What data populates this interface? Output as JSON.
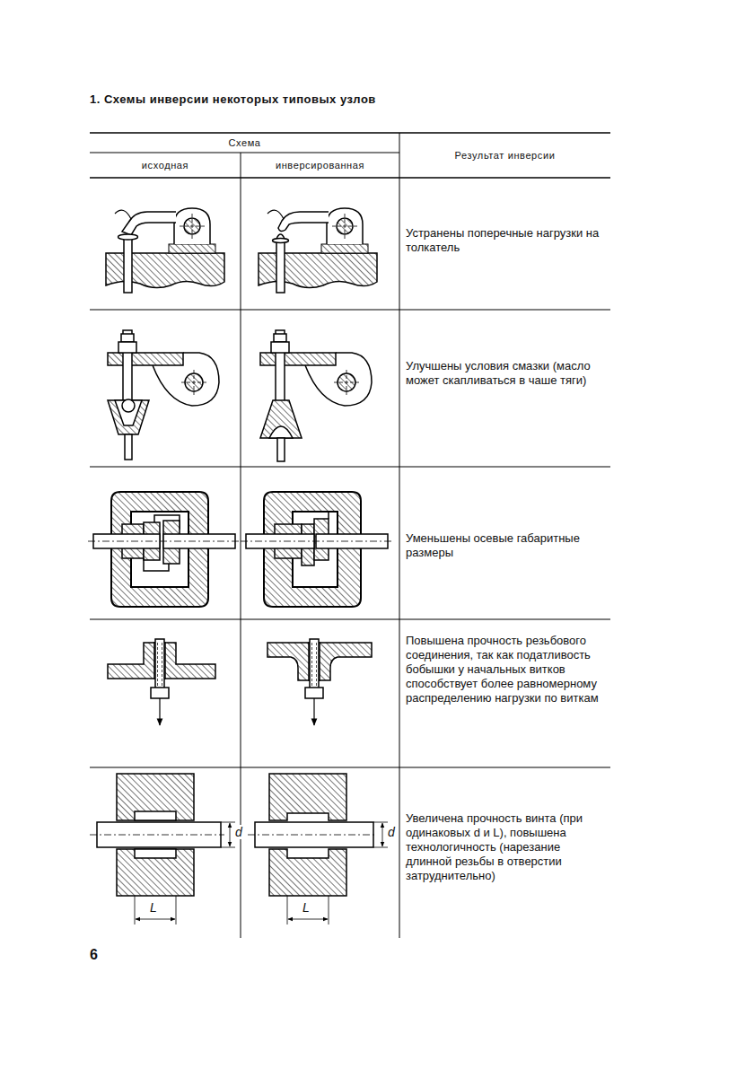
{
  "diagram": {
    "title": "1. Схемы инверсии некоторых типовых узлов",
    "labels": [
      "Схема",
      "исходная",
      "инверсированная",
      "Результат инверсии",
      "Устранены поперечные нагрузки на толкатель",
      "Улучшены условия смазки (масло может скапливаться в чаше тяги)",
      "Уменьшены осевые габаритные размеры",
      "Повышена прочность резьбового соединения, так как податливость бобышки у начальных витков способствует более равномерному распределению нагрузки по виткам",
      "Увеличена прочность винта (при одинаковых d и L), повышена технологичность (нарезание длинной резьбы в отверстии затруднительно)",
      "d",
      "L",
      "d",
      "L",
      "6"
    ]
  }
}
